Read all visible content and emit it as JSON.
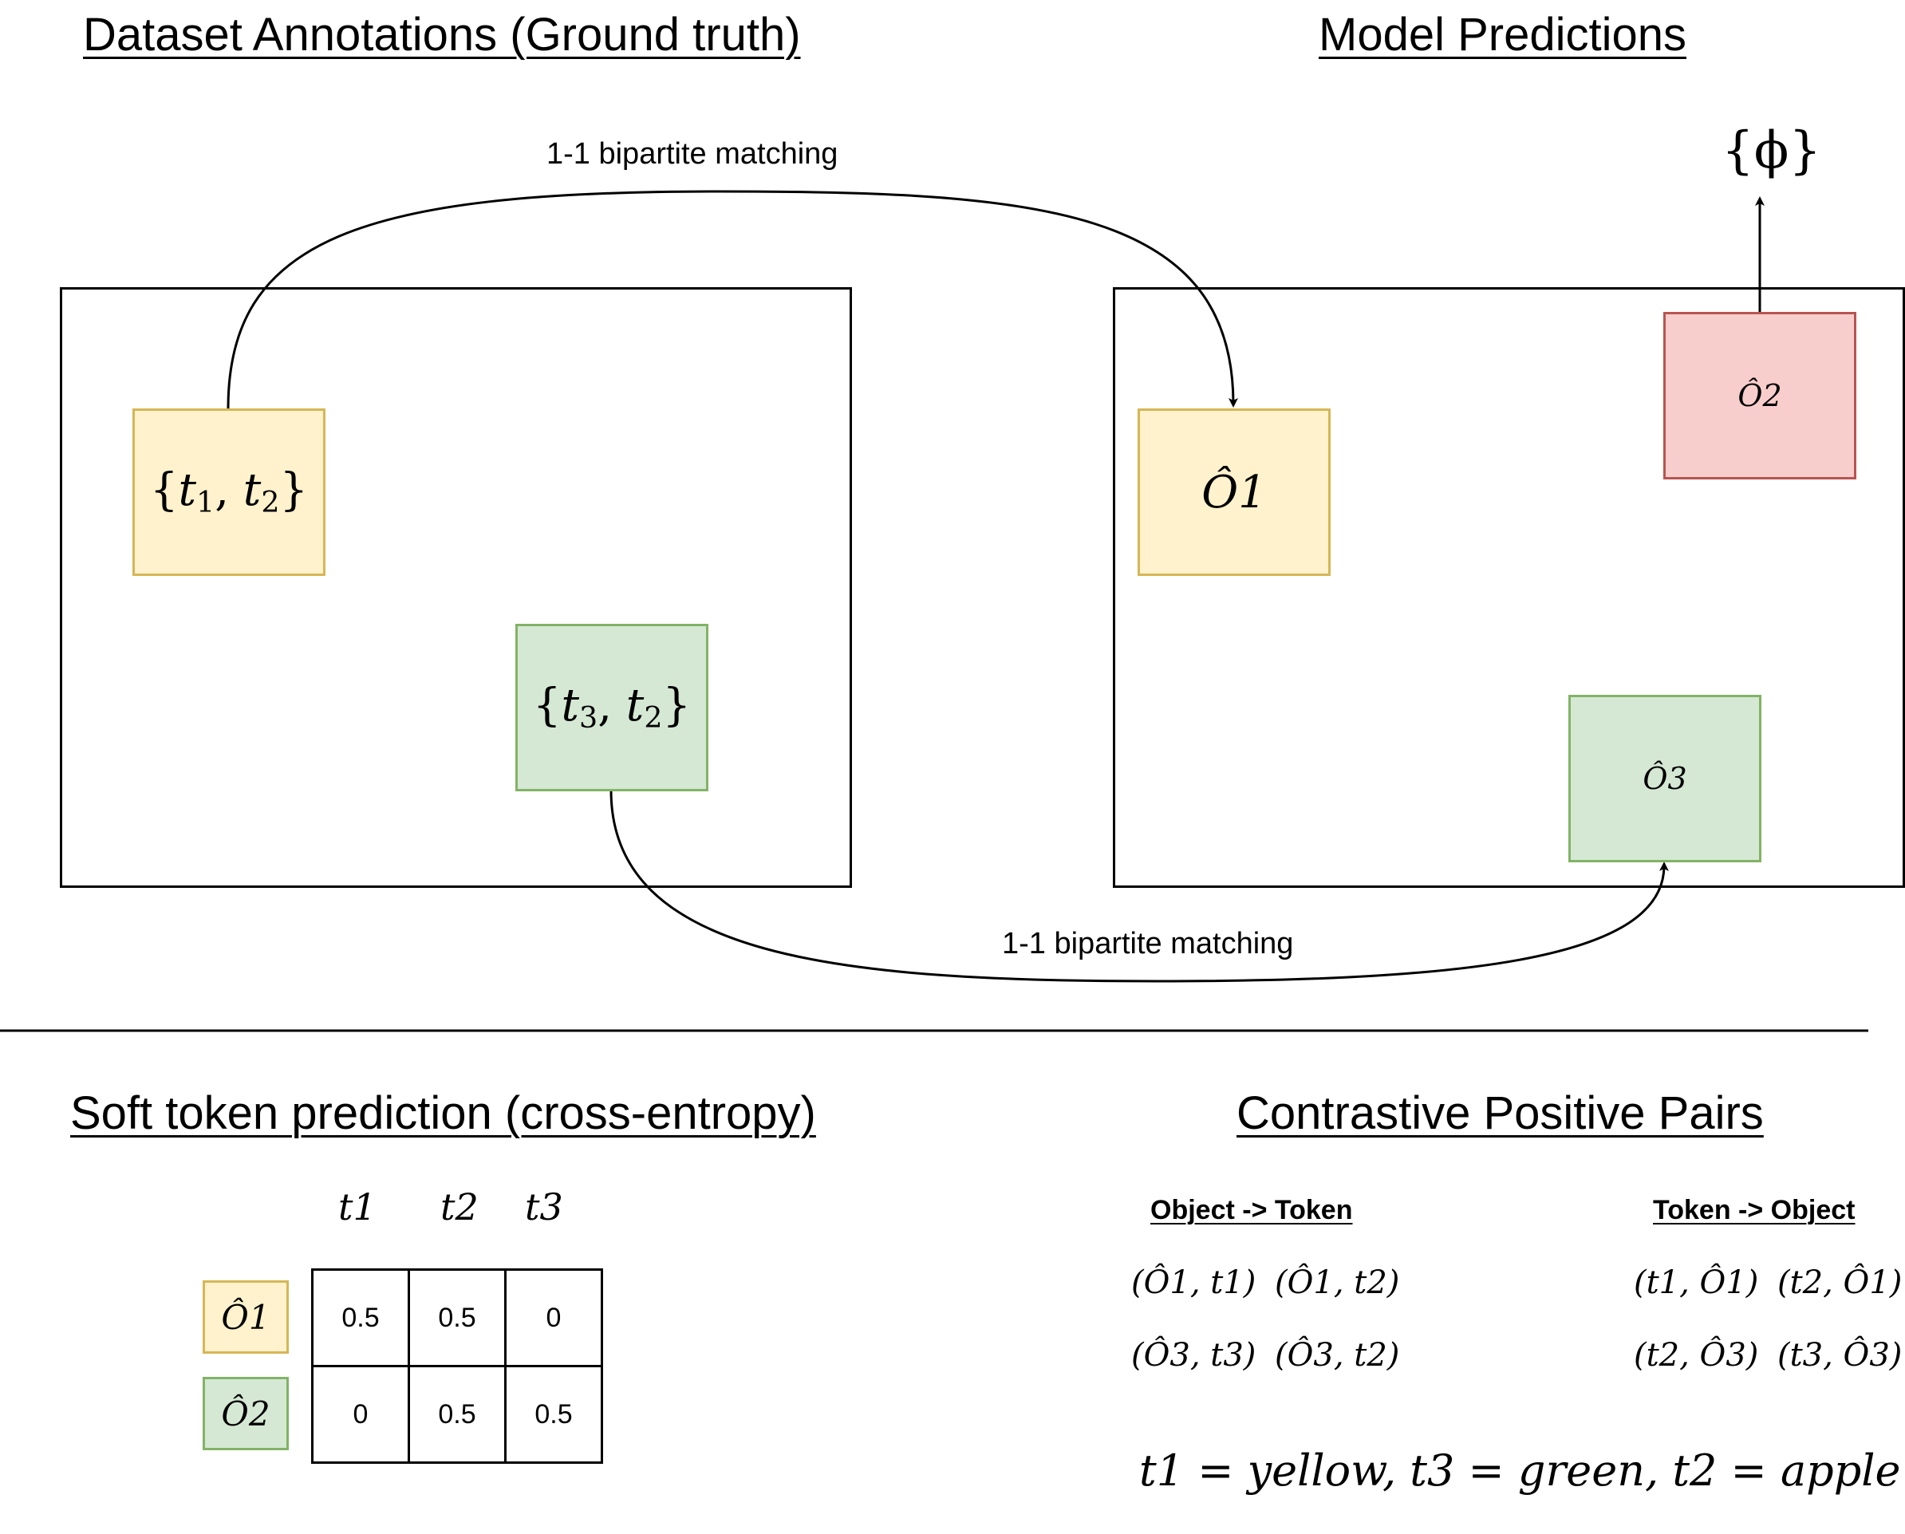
{
  "top_left": {
    "title": "Dataset Annotations (Ground truth)",
    "box_yellow_label": "{t1, t2}",
    "box_green_label": "{t3, t2}"
  },
  "top_right": {
    "title": "Model Predictions",
    "pred1": "Ô1",
    "pred2": "Ô2",
    "pred3": "Ô3",
    "null_set": "{ϕ}"
  },
  "matching": {
    "top_label": "1-1 bipartite matching",
    "bottom_label": "1-1 bipartite matching"
  },
  "bottom_left": {
    "title": "Soft token prediction (cross-entropy)",
    "columns": [
      "t1",
      "t2",
      "t3"
    ],
    "rows": [
      {
        "label": "Ô1",
        "color": "#fff2cc",
        "values": [
          "0.5",
          "0.5",
          "0"
        ]
      },
      {
        "label": "Ô2",
        "color": "#d5e8d4",
        "values": [
          "0",
          "0.5",
          "0.5"
        ]
      }
    ]
  },
  "bottom_right": {
    "title": "Contrastive Positive Pairs",
    "object_to_token": {
      "heading": "Object -> Token",
      "pairs": [
        [
          "(Ô1, t1)",
          "(Ô1, t2)"
        ],
        [
          "(Ô3, t3)",
          "(Ô3, t2)"
        ]
      ]
    },
    "token_to_object": {
      "heading": "Token -> Object",
      "pairs": [
        [
          "(t1, Ô1)",
          "(t2, Ô1)"
        ],
        [
          "(t2, Ô3)",
          "(t3, Ô3)"
        ]
      ]
    },
    "legend": "t1 = yellow, t3 = green, t2 = apple"
  },
  "colors": {
    "yellow_fill": "#fff2cc",
    "yellow_stroke": "#d6b656",
    "green_fill": "#d5e8d4",
    "green_stroke": "#82b366",
    "red_fill": "#f8cecc",
    "red_stroke": "#b85450"
  }
}
